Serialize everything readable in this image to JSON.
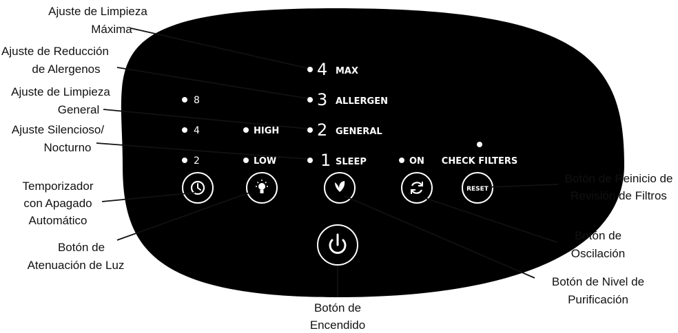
{
  "panel": {
    "timer_values": [
      "8",
      "4",
      "2"
    ],
    "light_levels": [
      "HIGH",
      "LOW"
    ],
    "purification_levels": [
      {
        "number": "4",
        "name": "MAX"
      },
      {
        "number": "3",
        "name": "ALLERGEN"
      },
      {
        "number": "2",
        "name": "GENERAL"
      },
      {
        "number": "1",
        "name": "SLEEP"
      }
    ],
    "oscillation_label": "ON",
    "check_filters_label": "CHECK FILTERS",
    "reset_label": "RESET"
  },
  "callouts": {
    "max_cleaning": [
      "Ajuste de Limpieza",
      "Máxima"
    ],
    "allergen_reduction": [
      "Ajuste de Reducción",
      "de Alergenos"
    ],
    "general_cleaning": [
      "Ajuste de Limpieza",
      "General"
    ],
    "silent_night": [
      "Ajuste Silencioso/",
      "Nocturno"
    ],
    "auto_off_timer": [
      "Temporizador",
      "con Apagado",
      "Automático"
    ],
    "light_dimming_button": [
      "Botón de",
      "Atenuación de Luz"
    ],
    "power_button": [
      "Botón de",
      "Encendido"
    ],
    "purification_level_button": [
      "Botón de Nivel de",
      "Purificación"
    ],
    "oscillation_button": [
      "Botón de",
      "Oscilación"
    ],
    "filter_reset_button": [
      "Botón de Reinicio de",
      "Revisión de Filtros"
    ]
  },
  "colors": {
    "panel": "#000000",
    "button_ring": "#ffffff",
    "text_light": "#ffffff",
    "text_dark": "#111111"
  },
  "icons": [
    "clock-icon",
    "bulb-icon",
    "leaf-icon",
    "rotate-icon",
    "power-icon"
  ]
}
